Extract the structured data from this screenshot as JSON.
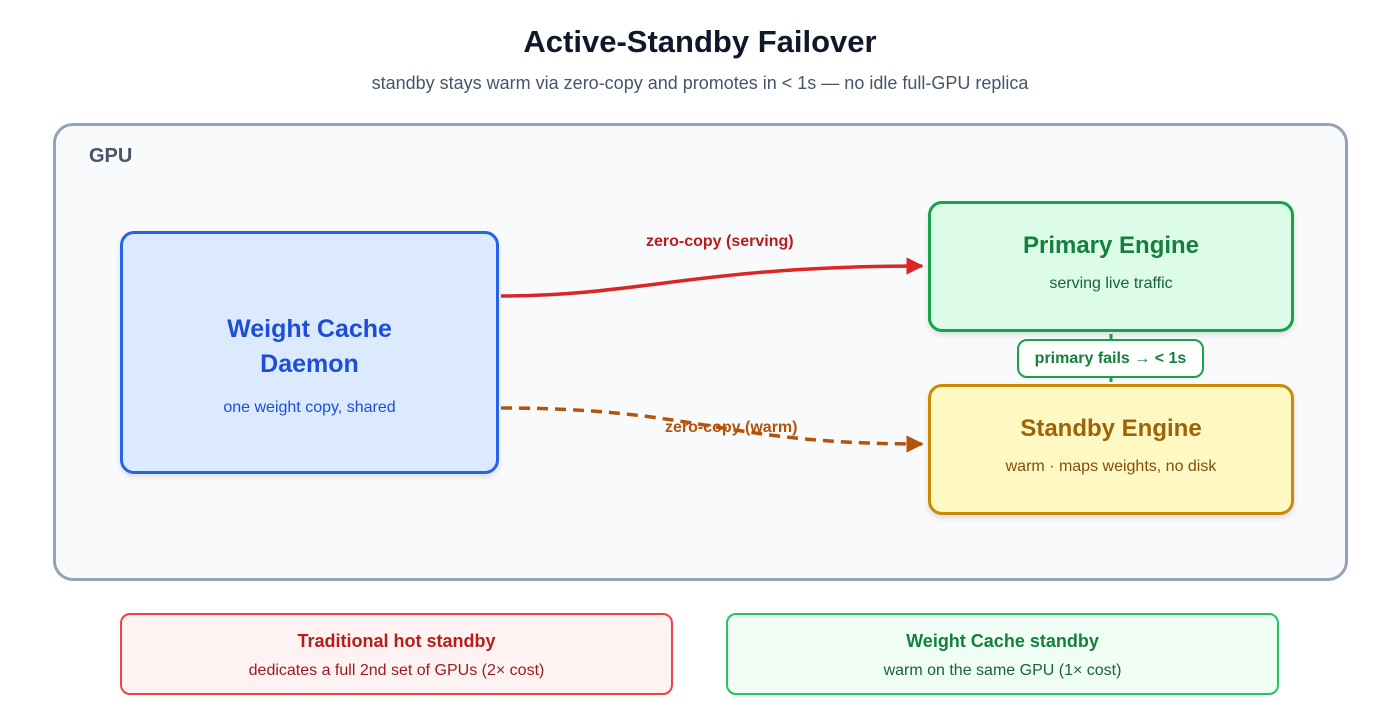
{
  "header": {
    "title": "Active-Standby Failover",
    "subtitle": "standby stays warm via zero-copy and promotes in < 1s — no idle full-GPU replica"
  },
  "gpu": {
    "label": "GPU"
  },
  "nodes": {
    "daemon": {
      "title_line1": "Weight Cache",
      "title_line2": "Daemon",
      "subtitle": "one weight copy, shared"
    },
    "primary": {
      "title": "Primary Engine",
      "subtitle": "serving live traffic"
    },
    "standby": {
      "title": "Standby Engine",
      "subtitle": "warm · maps weights, no disk"
    }
  },
  "edges": {
    "serving": {
      "label": "zero-copy (serving)",
      "color": "#dc2626",
      "style": "solid"
    },
    "warm": {
      "label": "zero-copy (warm)",
      "color": "#b45309",
      "style": "dashed"
    },
    "failover": {
      "label": "primary fails → < 1s",
      "color": "#16a34a"
    }
  },
  "comparison": {
    "traditional": {
      "title": "Traditional hot standby",
      "subtitle": "dedicates a full 2nd set of GPUs (2× cost)"
    },
    "weight_cache": {
      "title": "Weight Cache standby",
      "subtitle": "warm on the same GPU (1× cost)"
    }
  }
}
